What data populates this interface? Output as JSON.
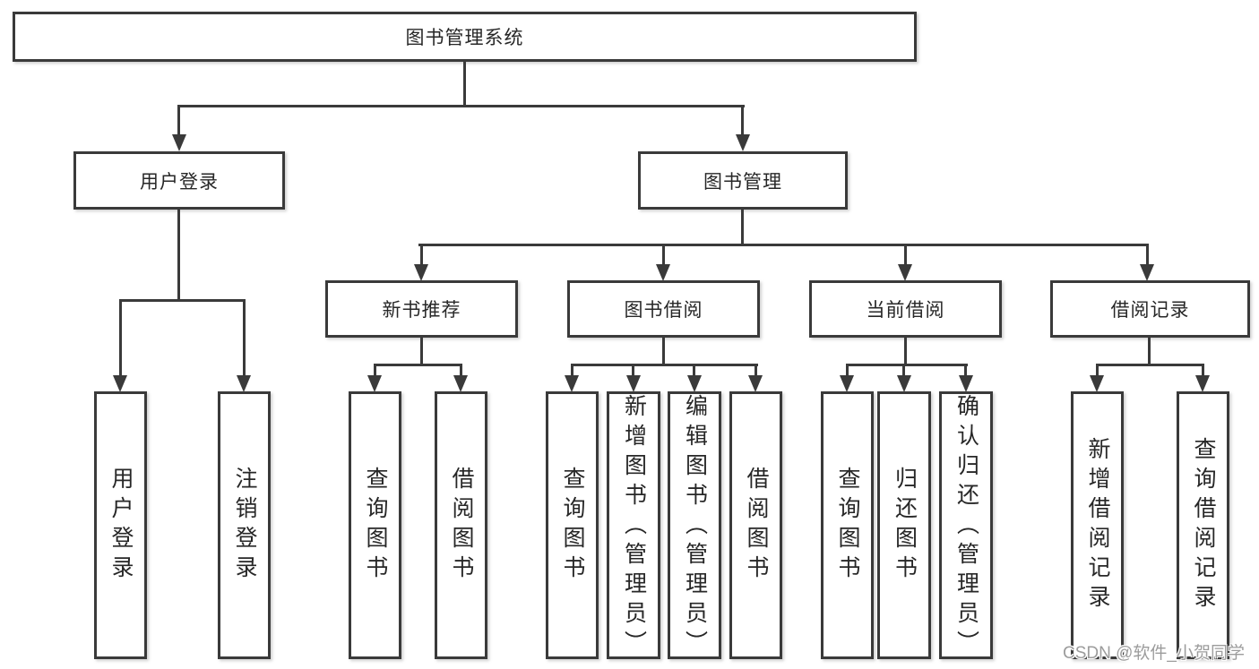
{
  "colors": {
    "line": "#3a3a3a",
    "box_border": "#3a3a3a",
    "text": "#272727",
    "watermark": "#9c9c9c",
    "background": "#ffffff"
  },
  "tree": {
    "root": "图书管理系统",
    "branches": [
      {
        "label": "用户登录",
        "children": [
          "用户登录",
          "注销登录"
        ]
      },
      {
        "label": "图书管理",
        "groups": [
          {
            "label": "新书推荐",
            "children": [
              "查询图书",
              "借阅图书"
            ]
          },
          {
            "label": "图书借阅",
            "children": [
              "查询图书",
              "新增图书（管理员）",
              "编辑图书（管理员）",
              "借阅图书"
            ]
          },
          {
            "label": "当前借阅",
            "children": [
              "查询图书",
              "归还图书",
              "确认归还（管理员）"
            ]
          },
          {
            "label": "借阅记录",
            "children": [
              "新增借阅记录",
              "查询借阅记录"
            ]
          }
        ]
      }
    ]
  },
  "watermark": {
    "text": "CSDN @软件_小贺同学"
  }
}
